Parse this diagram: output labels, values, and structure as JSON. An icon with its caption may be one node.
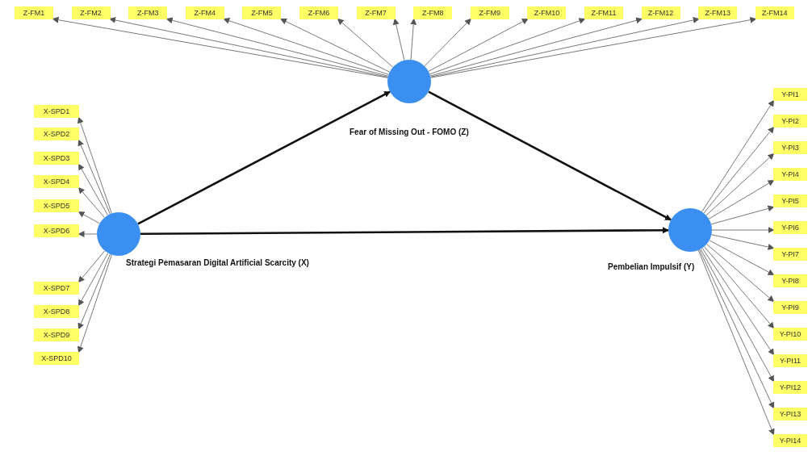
{
  "diagram": {
    "nodes": [
      {
        "text": [
          "Z-FM1"
        ]
      },
      {
        "text": [
          "Z-FM2"
        ]
      },
      {
        "text": [
          "Z-FM3"
        ]
      },
      {
        "text": [
          "Z-FM4"
        ]
      },
      {
        "text": [
          "Z-FM5"
        ]
      },
      {
        "text": [
          "Z-FM6"
        ]
      },
      {
        "text": [
          "Z-FM7"
        ]
      },
      {
        "text": [
          "Z-FM8"
        ]
      },
      {
        "text": [
          "Z-FM9"
        ]
      },
      {
        "text": [
          "Z-FM10"
        ]
      },
      {
        "text": [
          "Z-FM11"
        ]
      },
      {
        "text": [
          "Z-FM12"
        ]
      },
      {
        "text": [
          "Z-FM13"
        ]
      },
      {
        "text": [
          "Z-FM14"
        ]
      },
      {
        "text": [],
        "shape": "circle",
        "beside": [
          "Fear of Missing Out - FOMO (Z)"
        ]
      },
      {
        "text": [
          "X-SPD1"
        ]
      },
      {
        "text": [
          "X-SPD2"
        ]
      },
      {
        "text": [
          "X-SPD3"
        ]
      },
      {
        "text": [
          "X-SPD4"
        ]
      },
      {
        "text": [
          "X-SPD5"
        ]
      },
      {
        "text": [
          "X-SPD6"
        ]
      },
      {
        "text": [],
        "shape": "circle",
        "beside": [
          "Strategi Pemasaran Digital Artificial Scarcity (X)"
        ]
      },
      {
        "text": [
          "X-SPD7"
        ]
      },
      {
        "text": [
          "X-SPD8"
        ]
      },
      {
        "text": [
          "X-SPD9"
        ]
      },
      {
        "text": [
          "X-SPD10"
        ]
      },
      {
        "text": [
          "Y-PI1"
        ]
      },
      {
        "text": [
          "Y-PI2"
        ]
      },
      {
        "text": [
          "Y-PI3"
        ]
      },
      {
        "text": [
          "Y-PI4"
        ]
      },
      {
        "text": [
          "Y-PI5"
        ]
      },
      {
        "text": [
          "Y-PI6"
        ]
      },
      {
        "text": [
          "Y-PI7"
        ]
      },
      {
        "text": [
          "Y-PI8"
        ]
      },
      {
        "text": [
          "Y-PI9"
        ]
      },
      {
        "text": [
          "Y-PI10"
        ]
      },
      {
        "text": [
          "Y-PI11"
        ]
      },
      {
        "text": [
          "Y-PI12"
        ]
      },
      {
        "text": [
          "Y-PI13"
        ]
      },
      {
        "text": [
          "Y-PI14"
        ]
      },
      {
        "text": [],
        "shape": "circle",
        "beside": [
          "Pembelian Impulsif (Y)"
        ]
      }
    ],
    "edges": [
      {
        "from": 14,
        "to": 0,
        "arrow": "to"
      },
      {
        "from": 14,
        "to": 1,
        "arrow": "to"
      },
      {
        "from": 14,
        "to": 2,
        "arrow": "to"
      },
      {
        "from": 14,
        "to": 3,
        "arrow": "to"
      },
      {
        "from": 14,
        "to": 4,
        "arrow": "to"
      },
      {
        "from": 14,
        "to": 5,
        "arrow": "to"
      },
      {
        "from": 14,
        "to": 6,
        "arrow": "to"
      },
      {
        "from": 14,
        "to": 7,
        "arrow": "to"
      },
      {
        "from": 14,
        "to": 8,
        "arrow": "to"
      },
      {
        "from": 14,
        "to": 9,
        "arrow": "to"
      },
      {
        "from": 14,
        "to": 10,
        "arrow": "to"
      },
      {
        "from": 14,
        "to": 11,
        "arrow": "to"
      },
      {
        "from": 14,
        "to": 12,
        "arrow": "to"
      },
      {
        "from": 14,
        "to": 13,
        "arrow": "to"
      },
      {
        "from": 21,
        "to": 15,
        "arrow": "to"
      },
      {
        "from": 21,
        "to": 16,
        "arrow": "to"
      },
      {
        "from": 21,
        "to": 17,
        "arrow": "to"
      },
      {
        "from": 21,
        "to": 18,
        "arrow": "to"
      },
      {
        "from": 21,
        "to": 19,
        "arrow": "to"
      },
      {
        "from": 21,
        "to": 20,
        "arrow": "to"
      },
      {
        "from": 21,
        "to": 22,
        "arrow": "to"
      },
      {
        "from": 21,
        "to": 23,
        "arrow": "to"
      },
      {
        "from": 21,
        "to": 24,
        "arrow": "to"
      },
      {
        "from": 21,
        "to": 25,
        "arrow": "to"
      },
      {
        "from": 21,
        "to": 14,
        "arrow": "to",
        "style": "thick"
      },
      {
        "from": 21,
        "to": 40,
        "arrow": "to",
        "style": "thick"
      },
      {
        "from": 14,
        "to": 40,
        "arrow": "to",
        "style": "thick"
      },
      {
        "from": 40,
        "to": 26,
        "arrow": "to"
      },
      {
        "from": 40,
        "to": 27,
        "arrow": "to"
      },
      {
        "from": 40,
        "to": 28,
        "arrow": "to"
      },
      {
        "from": 40,
        "to": 29,
        "arrow": "to"
      },
      {
        "from": 40,
        "to": 30,
        "arrow": "to"
      },
      {
        "from": 40,
        "to": 31,
        "arrow": "to"
      },
      {
        "from": 40,
        "to": 32,
        "arrow": "to"
      },
      {
        "from": 40,
        "to": 33,
        "arrow": "to"
      },
      {
        "from": 40,
        "to": 34,
        "arrow": "to"
      },
      {
        "from": 40,
        "to": 35,
        "arrow": "to"
      },
      {
        "from": 40,
        "to": 36,
        "arrow": "to"
      },
      {
        "from": 40,
        "to": 37,
        "arrow": "to"
      },
      {
        "from": 40,
        "to": 38,
        "arrow": "to"
      },
      {
        "from": 40,
        "to": 39,
        "arrow": "to"
      }
    ]
  }
}
